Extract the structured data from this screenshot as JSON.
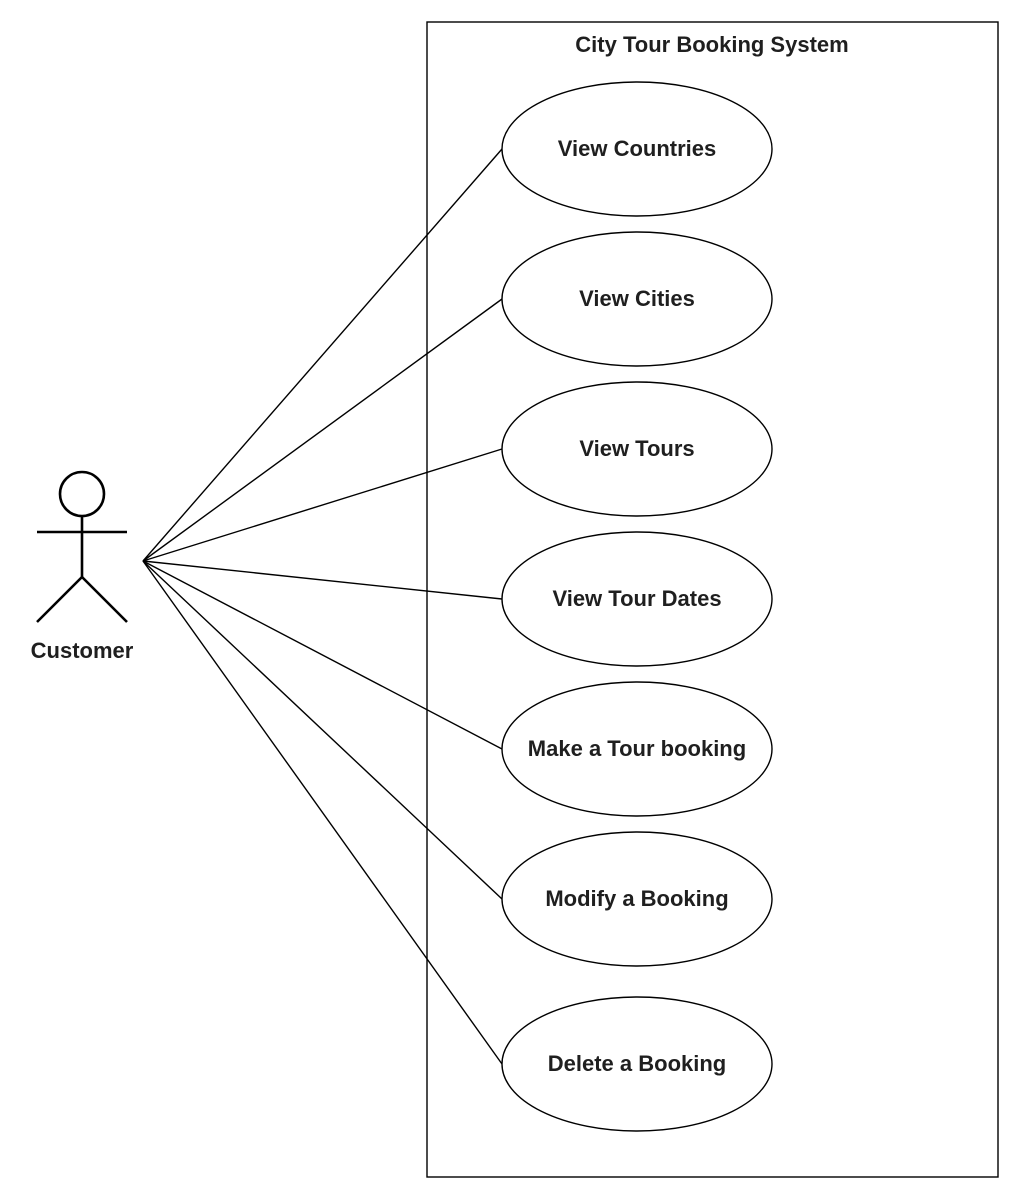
{
  "system": {
    "title": "City Tour Booking System"
  },
  "actor": {
    "name": "Customer",
    "icon": "stick-figure-icon"
  },
  "use_cases": [
    {
      "id": "view-countries",
      "label": "View Countries"
    },
    {
      "id": "view-cities",
      "label": "View Cities"
    },
    {
      "id": "view-tours",
      "label": "View Tours"
    },
    {
      "id": "view-tour-dates",
      "label": "View Tour Dates"
    },
    {
      "id": "make-tour-booking",
      "label": "Make a Tour booking"
    },
    {
      "id": "modify-booking",
      "label": "Modify a Booking"
    },
    {
      "id": "delete-booking",
      "label": "Delete a Booking"
    }
  ],
  "associations": [
    {
      "from": "Customer",
      "to": "View Countries"
    },
    {
      "from": "Customer",
      "to": "View Cities"
    },
    {
      "from": "Customer",
      "to": "View Tours"
    },
    {
      "from": "Customer",
      "to": "View Tour Dates"
    },
    {
      "from": "Customer",
      "to": "Make a Tour booking"
    },
    {
      "from": "Customer",
      "to": "Modify a Booking"
    },
    {
      "from": "Customer",
      "to": "Delete a Booking"
    }
  ]
}
